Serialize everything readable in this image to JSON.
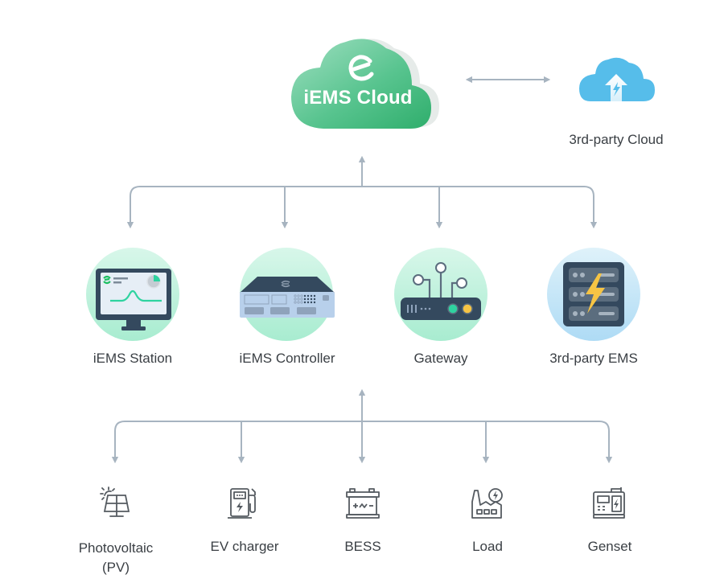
{
  "diagram": {
    "cloud": {
      "title": "iEMS Cloud",
      "icon": "iems-logo-icon"
    },
    "third_party_cloud": {
      "label": "3rd-party Cloud",
      "icon": "cloud-upload-bolt-icon"
    },
    "link_cloud_to_third_party": "bidirectional",
    "middle_tier": [
      {
        "label": "iEMS Station",
        "icon": "monitor-dashboard-icon"
      },
      {
        "label": "iEMS Controller",
        "icon": "controller-device-icon"
      },
      {
        "label": "Gateway",
        "icon": "gateway-router-icon"
      },
      {
        "label": "3rd-party EMS",
        "icon": "server-bolt-icon"
      }
    ],
    "bottom_tier": [
      {
        "label": "Photovoltaic (PV)",
        "line1": "Photovoltaic",
        "line2": "(PV)",
        "icon": "solar-panel-icon"
      },
      {
        "label": "EV charger",
        "icon": "ev-charger-icon"
      },
      {
        "label": "BESS",
        "icon": "battery-icon"
      },
      {
        "label": "Load",
        "icon": "factory-load-icon"
      },
      {
        "label": "Genset",
        "icon": "generator-icon"
      }
    ],
    "colors": {
      "cloud_green": "#3dbb78",
      "third_party_blue": "#56bdea",
      "connector_gray": "#a7b4c0",
      "device_dark": "#34495e",
      "accent_yellow": "#f6c444",
      "mint_circle": "#c8f3e0",
      "icon_gray": "#555b61"
    }
  }
}
